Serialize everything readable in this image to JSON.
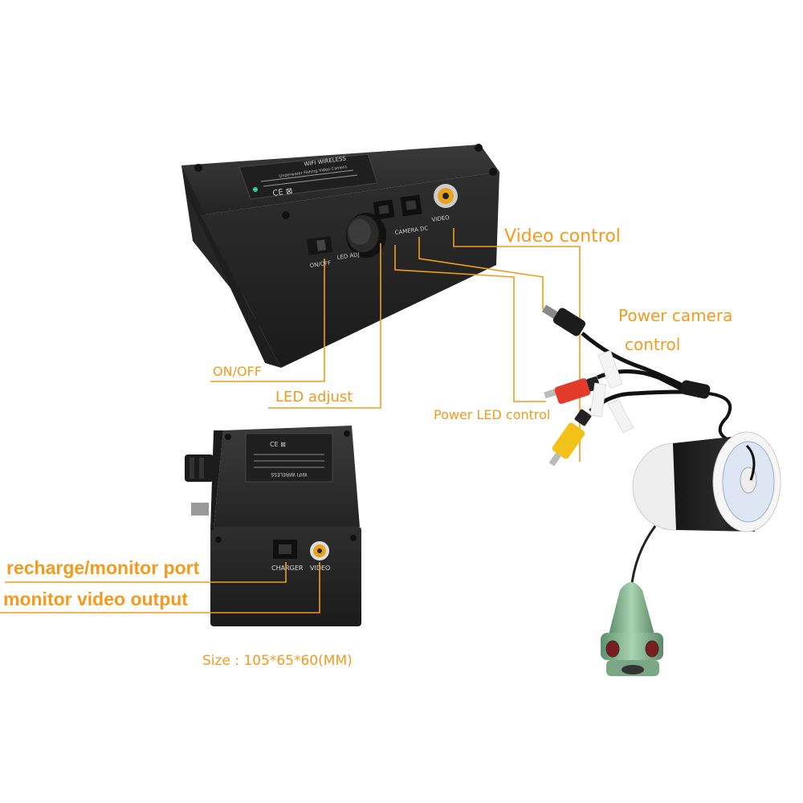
{
  "labels": {
    "video_control": "Video control",
    "power_camera_line1": "Power camera",
    "power_camera_line2": "control",
    "on_off": "ON/OFF",
    "led_adjust": "LED adjust",
    "power_led_control": "Power LED control",
    "recharge_monitor_port": "recharge/monitor port",
    "monitor_video_output": "monitor video output",
    "size": "Size : 105*65*60(MM)"
  },
  "device_top": {
    "panel_title": "WIFI WIRELESS",
    "panel_sub": "Underwater Fishing Video Camera",
    "port_camera_dc": "CAMERA DC",
    "port_video": "VIDEO",
    "switch_label": "ON/OFF",
    "knob_label": "LED  ADJ"
  },
  "device_bottom": {
    "panel_title": "WIFI WIRELESS",
    "port_charger": "CHARGER",
    "port_video": "VIDEO"
  },
  "colors": {
    "annotation": "#f39a1f",
    "device_body": "#2b2b2b",
    "camera_head": "#8fbf9a",
    "rca_yellow": "#f2c21a",
    "rca_red": "#e23b2c"
  }
}
